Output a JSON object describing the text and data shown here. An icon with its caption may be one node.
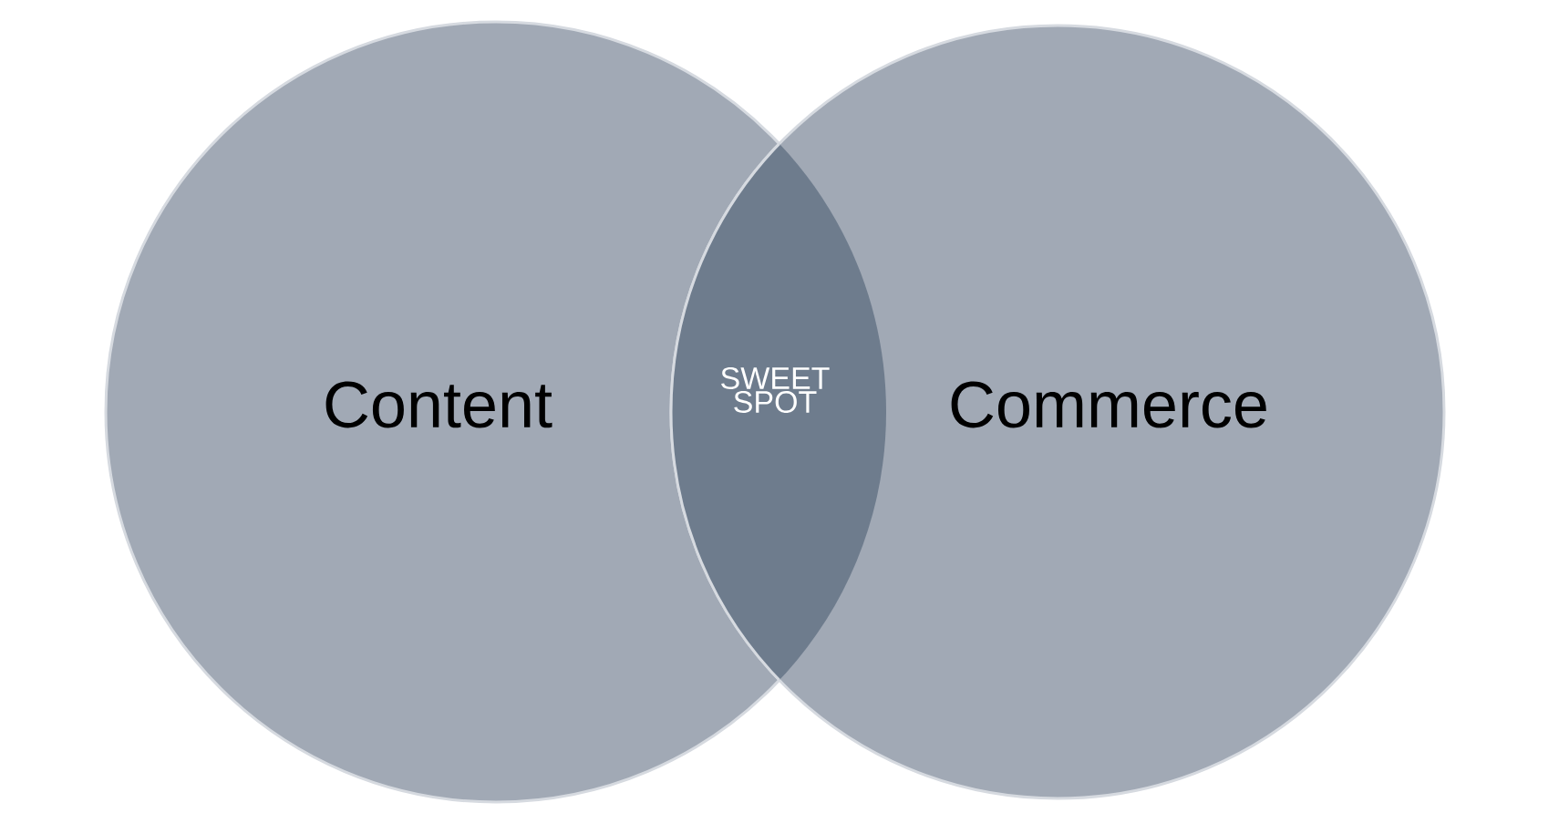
{
  "diagram": {
    "nodes": [
      {
        "text": [
          "Content"
        ]
      },
      {
        "text": [
          "Commerce"
        ]
      },
      {
        "text": [
          "SWEET SPOT"
        ]
      }
    ]
  }
}
